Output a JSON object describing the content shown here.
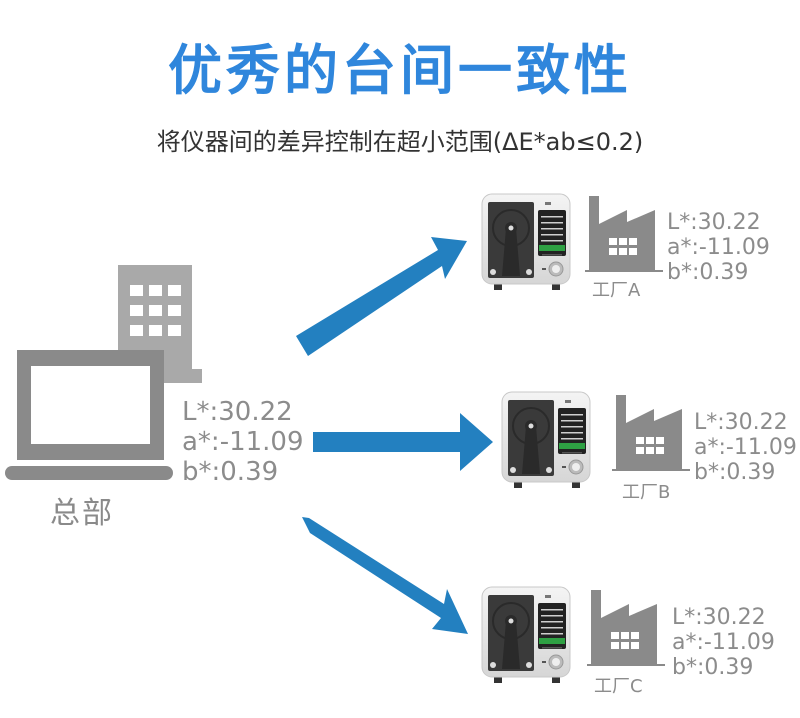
{
  "header": {
    "title": "优秀的台间一致性",
    "subtitle": "将仪器间的差异控制在超小范围(ΔE*ab≤0.2)"
  },
  "headquarters": {
    "label": "总部",
    "icon": "laptop-building-icon",
    "readout": {
      "L": "L*:30.22",
      "a": "a*:-11.09",
      "b": "b*:0.39"
    }
  },
  "factories": [
    {
      "label": "工厂A",
      "readout": {
        "L": "L*:30.22",
        "a": "a*:-11.09",
        "b": "b*:0.39"
      }
    },
    {
      "label": "工厂B",
      "readout": {
        "L": "L*:30.22",
        "a": "a*:-11.09",
        "b": "b*:0.39"
      }
    },
    {
      "label": "工厂C",
      "readout": {
        "L": "L*:30.22",
        "a": "a*:-11.09",
        "b": "b*:0.39"
      }
    }
  ],
  "colors": {
    "title": "#2f86dc",
    "arrow": "#2380c0",
    "icon_gray": "#8a8a8a",
    "building_gray": "#a9a9a9",
    "text_gray": "#8c8c8c"
  }
}
